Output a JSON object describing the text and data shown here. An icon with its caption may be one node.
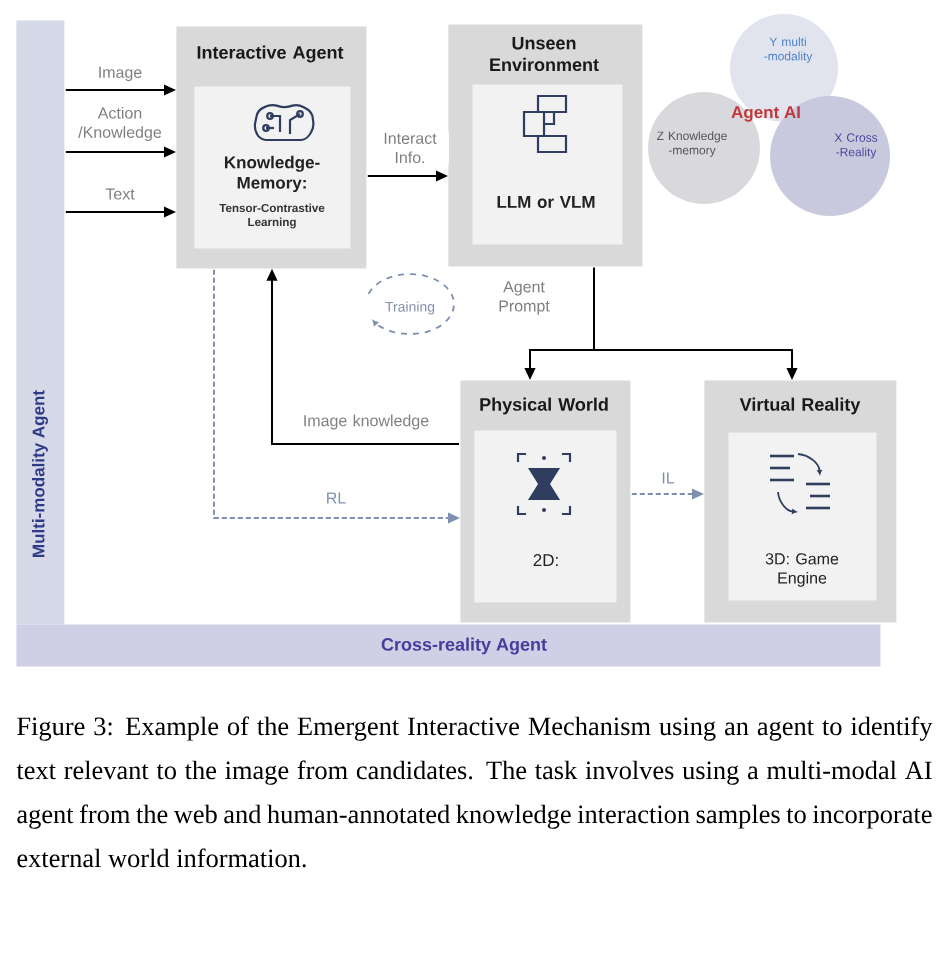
{
  "diagram": {
    "caption": "Figure 3: Example of the Emergent Interactive Mechanism using an agent to identify text relevant to the image from candidates. The task involves using a multi-modal AI agent from the web and human-annotated knowledge interaction samples to incorporate external world information.",
    "nodes": [
      {
        "text": [
          "Multi-modality Agent"
        ]
      },
      {
        "text": [
          "Cross-reality Agent"
        ]
      },
      {
        "text": [
          "Interactive Agent"
        ]
      },
      {
        "text": [
          "Knowledge-Memory:",
          "Tensor-Contrastive Learning"
        ],
        "in": 2
      },
      {
        "text": [
          "Unseen Environment"
        ]
      },
      {
        "text": [
          "LLM or VLM"
        ],
        "in": 4
      },
      {
        "text": [
          "Physical World"
        ]
      },
      {
        "text": [
          "2D:"
        ],
        "in": 6
      },
      {
        "text": [
          "Virtual Reality"
        ]
      },
      {
        "text": [
          "3D: Game Engine"
        ],
        "in": 8
      },
      {
        "text": [
          "Y multi -modality"
        ]
      },
      {
        "text": [
          "Z Knowledge -memory"
        ]
      },
      {
        "text": [
          "X Cross -Reality"
        ]
      }
    ],
    "edges": [
      {
        "from": 0,
        "to": 2,
        "arrow": "to",
        "label": "Image"
      },
      {
        "from": 0,
        "to": 2,
        "arrow": "to",
        "label": "Action /Knowledge"
      },
      {
        "from": 0,
        "to": 2,
        "arrow": "to",
        "label": "Text"
      },
      {
        "from": 2,
        "to": 4,
        "arrow": "to",
        "label": "Interact Info."
      },
      {
        "from": 4,
        "to": 6,
        "arrow": "to",
        "label": "Agent Prompt"
      },
      {
        "from": 4,
        "to": 8,
        "arrow": "to"
      },
      {
        "from": 6,
        "to": 2,
        "arrow": "to",
        "label": "Image knowledge"
      },
      {
        "from": 2,
        "to": 6,
        "arrow": "to",
        "label": "RL",
        "style": "dashed",
        "color": "#7f8fb0"
      },
      {
        "from": 6,
        "to": 8,
        "arrow": "to",
        "label": "IL",
        "style": "dashed",
        "color": "#7f8fb0"
      }
    ],
    "labels": [
      "Agent AI",
      "Training"
    ]
  }
}
